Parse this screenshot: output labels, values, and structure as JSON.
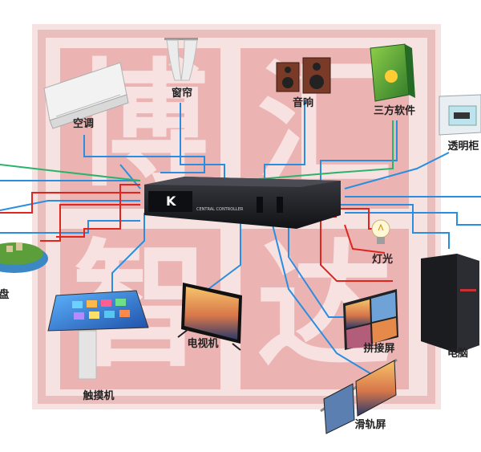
{
  "colors": {
    "seal": "#d8262c",
    "seal_light": "#f3c9c9",
    "line_blue": "#2a8ee0",
    "line_red": "#e0251f",
    "line_green": "#2bb36b",
    "controller": "#1c1d22",
    "label": "#222222"
  },
  "controller": {
    "logo_letter": "K",
    "model_text": "CENTRAL CONTROLLER"
  },
  "devices": [
    {
      "id": "ac",
      "label": "空调",
      "icon": "air-conditioner-icon"
    },
    {
      "id": "curtain",
      "label": "窗帘",
      "icon": "curtain-icon"
    },
    {
      "id": "speaker",
      "label": "音响",
      "icon": "speaker-icon"
    },
    {
      "id": "software",
      "label": "三方软件",
      "icon": "software-box-icon"
    },
    {
      "id": "showcase",
      "label": "透明柜",
      "icon": "transparent-cabinet-icon"
    },
    {
      "id": "light",
      "label": "灯光",
      "icon": "light-bulb-icon"
    },
    {
      "id": "pc",
      "label": "电脑",
      "icon": "computer-tower-icon"
    },
    {
      "id": "videowall",
      "label": "拼接屏",
      "icon": "video-wall-icon"
    },
    {
      "id": "slide",
      "label": "滑轨屏",
      "icon": "slide-rail-screen-icon"
    },
    {
      "id": "tv",
      "label": "电视机",
      "icon": "television-icon"
    },
    {
      "id": "touch",
      "label": "触摸机",
      "icon": "touch-kiosk-icon"
    },
    {
      "id": "sand",
      "label": "盘",
      "icon": "sand-table-icon"
    }
  ],
  "watermark": {
    "glyphs": [
      "博",
      "汇",
      "智",
      "达"
    ]
  }
}
